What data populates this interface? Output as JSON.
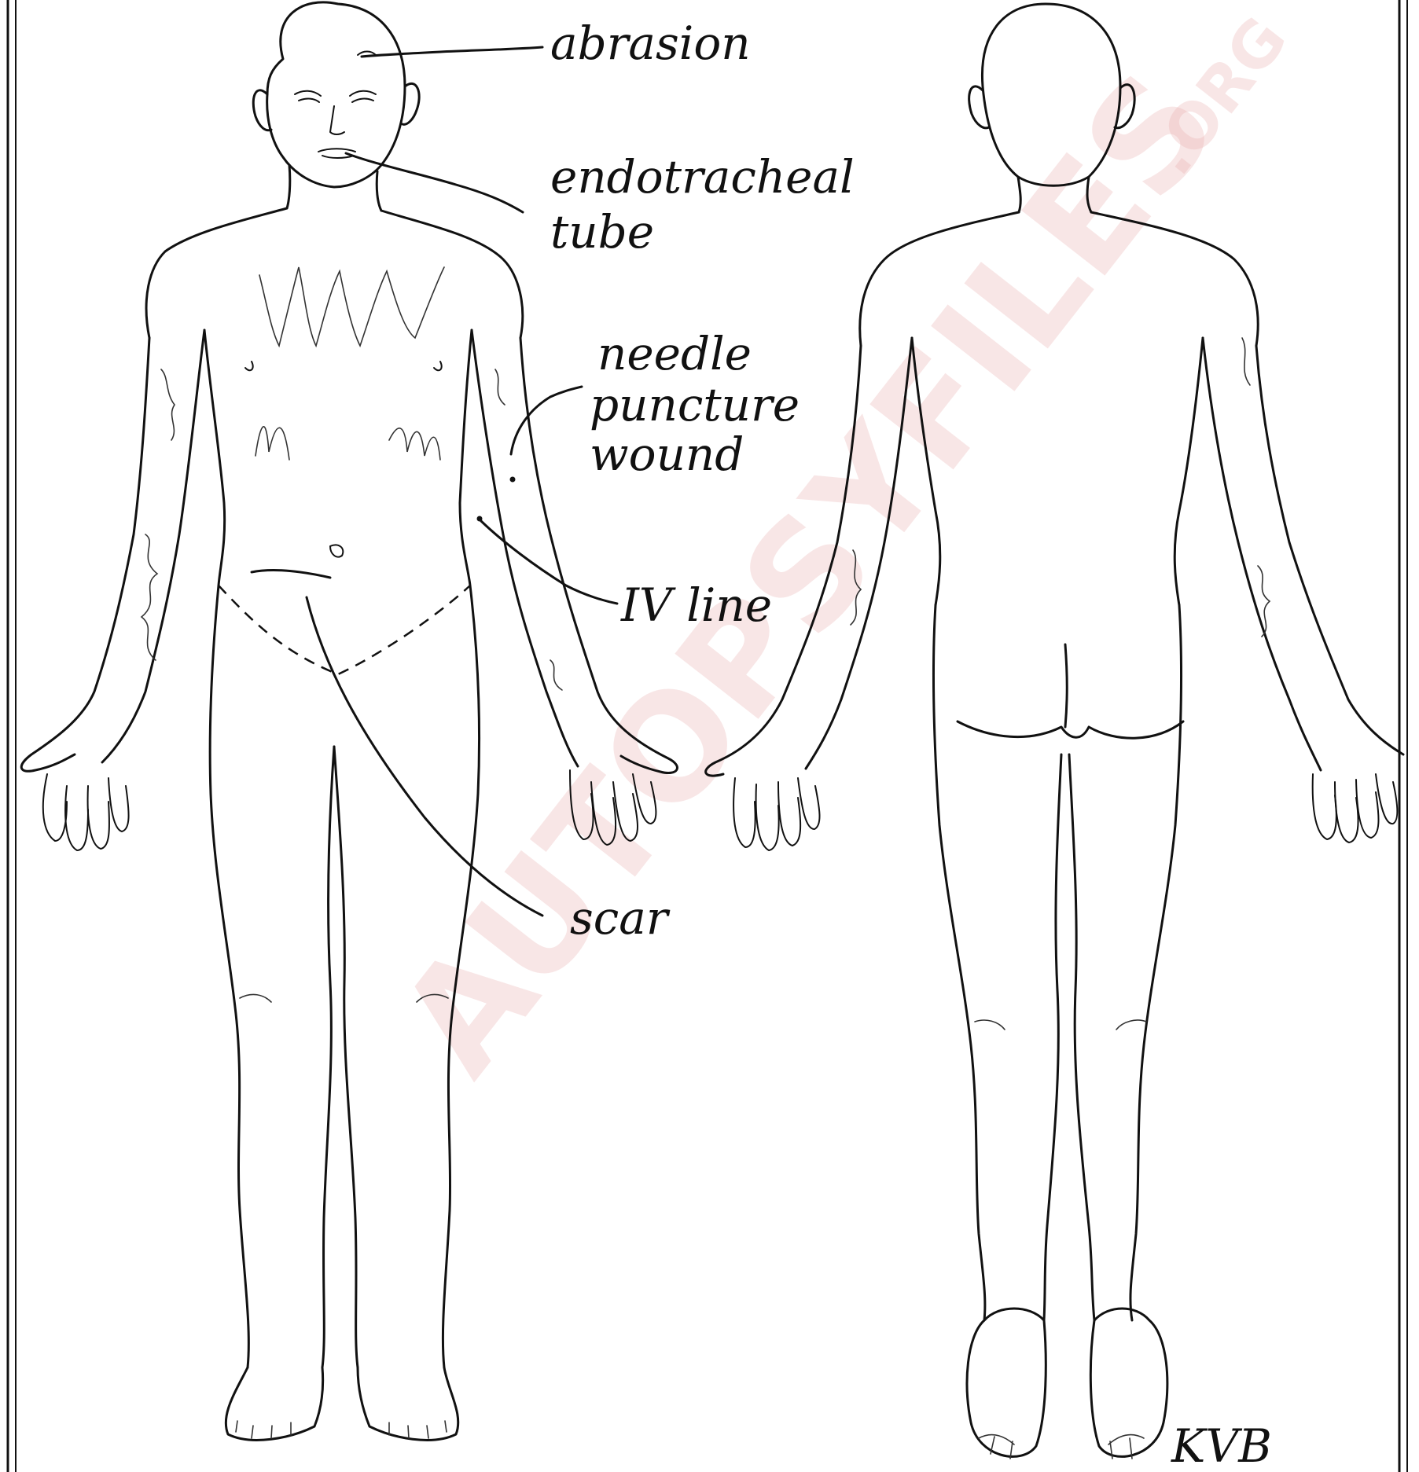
{
  "annotations": {
    "abrasion": "abrasion",
    "endotracheal_line1": "endotracheal",
    "endotracheal_line2": "tube",
    "needle_line1": "needle",
    "needle_line2": "puncture",
    "needle_line3": "wound",
    "iv_line": "IV line",
    "scar": "scar",
    "initials": "KVB"
  },
  "watermark": {
    "text": "AUTOPSYFILES",
    "suffix": ".ORG",
    "color": "#e9a9a9"
  },
  "figures": [
    "anterior-body-view",
    "posterior-body-view"
  ],
  "ink_color": "#111111"
}
